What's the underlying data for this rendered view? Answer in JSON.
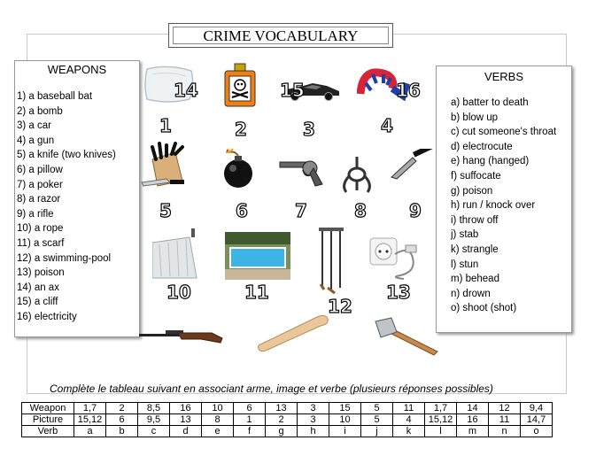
{
  "title": "CRIME VOCABULARY",
  "weapons": {
    "heading": "WEAPONS",
    "items": [
      "1) a baseball bat",
      "2) a bomb",
      "3) a car",
      "4) a gun",
      "5) a knife (two knives)",
      "6) a pillow",
      "7) a poker",
      "8) a razor",
      "9) a rifle",
      "10) a rope",
      "11) a scarf",
      "12) a swimming-pool",
      "13) poison",
      "14) an ax",
      "15) a cliff",
      "16) electricity"
    ]
  },
  "verbs": {
    "heading": "VERBS",
    "items": [
      "a) batter to death",
      "b) blow up",
      "c) cut someone's throat",
      "d) electrocute",
      "e) hang (hanged)",
      "f) suffocate",
      "g) poison",
      "h) run / knock over",
      "i) throw off",
      "j) stab",
      "k) strangle",
      "l) stun",
      "m) behead",
      "n) drown",
      "o) shoot (shot)"
    ]
  },
  "picture_numbers": [
    "14",
    "15",
    "16",
    "1",
    "2",
    "3",
    "4",
    "5",
    "6",
    "7",
    "8",
    "9",
    "10",
    "11",
    "12",
    "13"
  ],
  "instruction": "Complète le tableau suivant en associant arme, image et verbe (plusieurs réponses possibles)",
  "table": {
    "rows": [
      {
        "label": "Weapon",
        "cells": [
          "1,7",
          "2",
          "8,5",
          "16",
          "10",
          "6",
          "13",
          "3",
          "15",
          "5",
          "11",
          "1,7",
          "14",
          "12",
          "9,4"
        ]
      },
      {
        "label": "Picture",
        "cells": [
          "15,12",
          "6",
          "9,5",
          "13",
          "8",
          "1",
          "2",
          "3",
          "10",
          "5",
          "4",
          "15,12",
          "16",
          "11",
          "14,7"
        ]
      },
      {
        "label": "Verb",
        "cells": [
          "a",
          "b",
          "c",
          "d",
          "e",
          "f",
          "g",
          "h",
          "i",
          "j",
          "k",
          "l",
          "m",
          "n",
          "o"
        ]
      }
    ]
  }
}
